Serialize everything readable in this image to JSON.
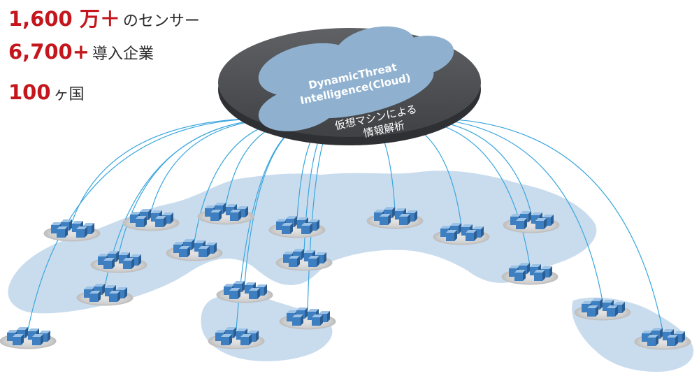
{
  "stats": [
    {
      "number": "1,600 万＋",
      "text": "のセンサー"
    },
    {
      "number": "6,700+",
      "text": "導入企業"
    },
    {
      "number": "100",
      "text": "ヶ国"
    }
  ],
  "cloud": {
    "title_line1": "DynamicThreat",
    "title_line2": "Intelligence(Cloud)",
    "subtitle_line1": "仮想マシンによる",
    "subtitle_line2": "情報解析"
  },
  "colors": {
    "accent": "#c4161c",
    "disc": "#4d4f52",
    "cloud": "#8fb1cf",
    "map": "#c9dcee",
    "link": "#3aa6de"
  },
  "node_icon": "server-cluster-icon",
  "node_count": 18
}
